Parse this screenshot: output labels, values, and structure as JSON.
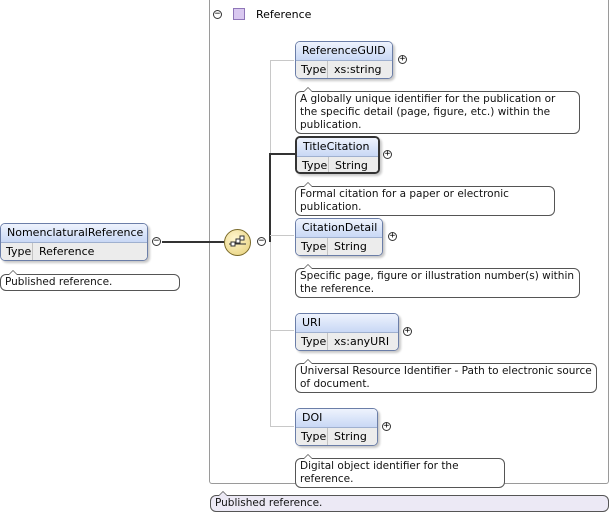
{
  "root_element": {
    "name": "NomenclaturalReference",
    "type_key": "Type",
    "type_value": "Reference",
    "annotation": "Published reference.",
    "toggle": "−"
  },
  "group": {
    "title": "Reference",
    "toggle": "−",
    "annotation": "Published reference."
  },
  "sequence": {
    "toggle": "−"
  },
  "children": [
    {
      "name": "ReferenceGUID",
      "type_key": "Type",
      "type_value": "xs:string",
      "toggle": "+",
      "annotation": "A globally unique identifier for the publication or the specific detail (page, figure, etc.) within the publication."
    },
    {
      "name": "TitleCitation",
      "type_key": "Type",
      "type_value": "String",
      "toggle": "+",
      "annotation": "Formal citation for a paper or electronic publication."
    },
    {
      "name": "CitationDetail",
      "type_key": "Type",
      "type_value": "String",
      "toggle": "+",
      "annotation": "Specific page, figure or illustration number(s) within the reference."
    },
    {
      "name": "URI",
      "type_key": "Type",
      "type_value": "xs:anyURI",
      "toggle": "+",
      "annotation": "Universal Resource Identifier - Path to electronic source of document."
    },
    {
      "name": "DOI",
      "type_key": "Type",
      "type_value": "String",
      "toggle": "+",
      "annotation": "Digital object identifier for the reference."
    }
  ]
}
